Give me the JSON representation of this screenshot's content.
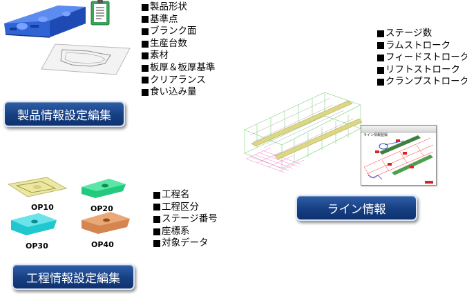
{
  "product_info": {
    "button_label": "製品情報設定編集",
    "items": [
      "製品形状",
      "基準点",
      "ブランク面",
      "生産台数",
      "素材",
      "板厚＆板厚基準",
      "クリアランス",
      "食い込み量"
    ]
  },
  "process_info": {
    "button_label": "工程情報設定編集",
    "items": [
      "工程名",
      "工程区分",
      "ステージ番号",
      "座標系",
      "対象データ"
    ],
    "op_labels": [
      "OP10",
      "OP20",
      "OP30",
      "OP40"
    ],
    "op_colors": [
      "#ece8a0",
      "#22c97e",
      "#21c7cf",
      "#d5854f"
    ]
  },
  "line_info": {
    "button_label": "ライン情報",
    "items": [
      "ステージ数",
      "ラムストローク",
      "フィードストローク",
      "リフトストローク",
      "クランプストローク"
    ],
    "inset_title": "ライン情報登録"
  },
  "colors": {
    "button_gradient_top": "#2f5fa8",
    "button_gradient_bottom": "#0f3270",
    "part_blue": "#2f63d6"
  }
}
